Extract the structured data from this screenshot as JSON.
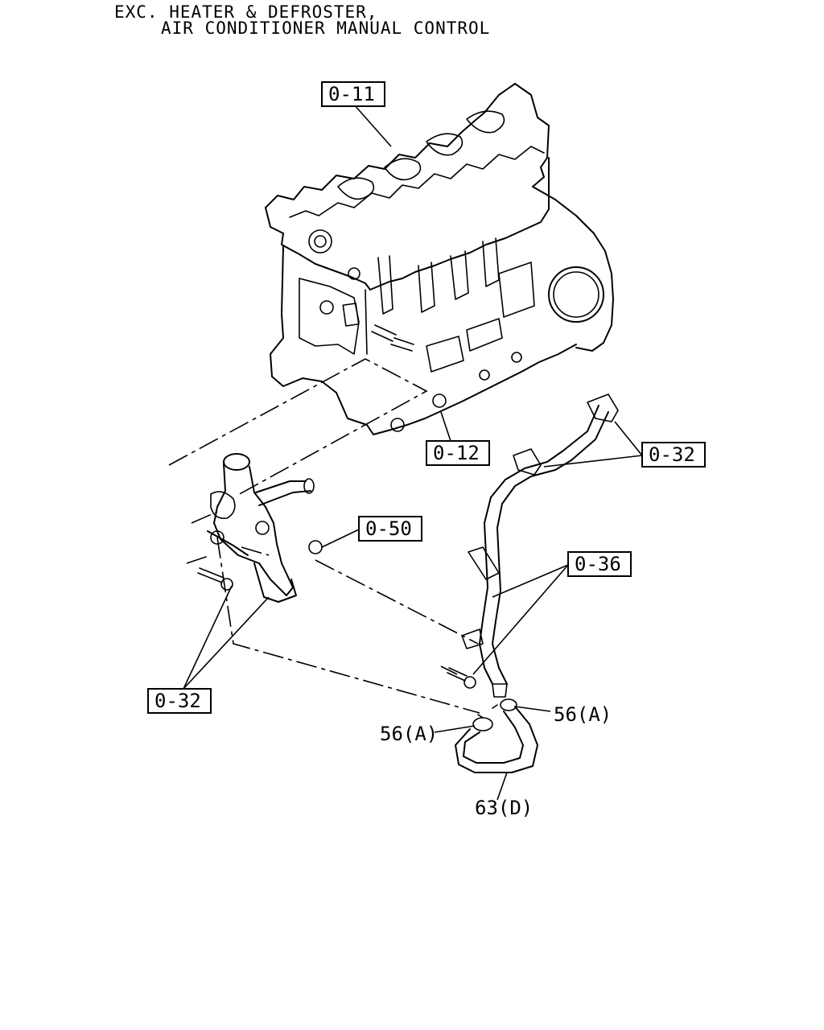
{
  "header": {
    "line1": "EXC. HEATER & DEFROSTER,",
    "line2": "AIR CONDITIONER MANUAL CONTROL"
  },
  "callouts": {
    "engine_block": "0-11",
    "block_plug": "0-12",
    "pipe_clips": "0-32",
    "flange_nut": "0-50",
    "water_pipe": "0-36",
    "bolts": "0-32",
    "clamp_right": "56(A)",
    "clamp_left": "56(A)",
    "hose": "63(D)"
  }
}
